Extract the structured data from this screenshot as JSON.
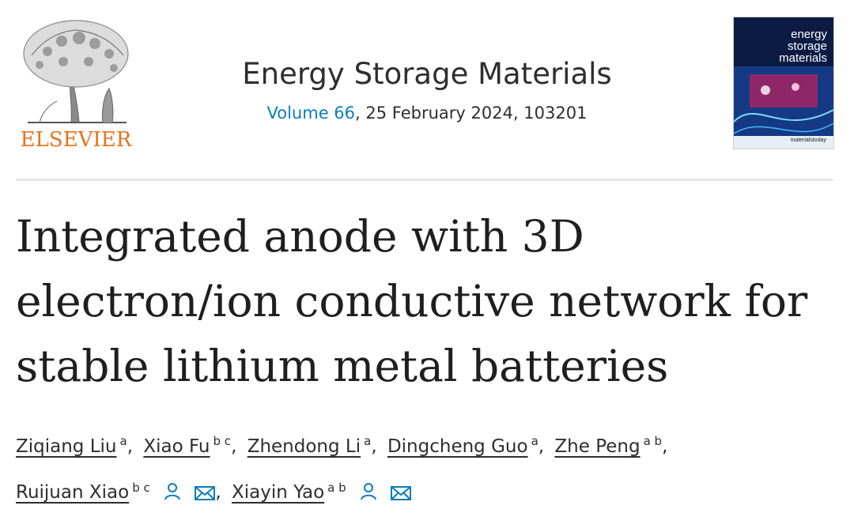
{
  "publisher": {
    "name": "ELSEVIER"
  },
  "journal": {
    "title": "Energy Storage Materials",
    "volume_link": "Volume 66",
    "issue_rest": ", 25 February 2024, 103201"
  },
  "cover": {
    "title_lines": [
      "energy",
      "storage",
      "materials"
    ],
    "brand": "materialstoday"
  },
  "article": {
    "title": "Integrated anode with 3D electron/ion conductive network for stable lithium metal batteries"
  },
  "authors": [
    {
      "name": "Ziqiang Liu",
      "affiliations": "a"
    },
    {
      "name": "Xiao Fu",
      "affiliations": "b c"
    },
    {
      "name": "Zhendong Li",
      "affiliations": "a"
    },
    {
      "name": "Dingcheng Guo",
      "affiliations": "a"
    },
    {
      "name": "Zhe Peng",
      "affiliations": "a b"
    },
    {
      "name": "Ruijuan Xiao",
      "affiliations": "b c",
      "icons": [
        "person-icon",
        "mail-icon"
      ]
    },
    {
      "name": "Xiayin Yao",
      "affiliations": "a b",
      "icons": [
        "person-icon",
        "mail-icon"
      ]
    }
  ],
  "colors": {
    "link": "#0c7dbb",
    "publisher": "#e9711c",
    "icon": "#0c7dbb"
  }
}
